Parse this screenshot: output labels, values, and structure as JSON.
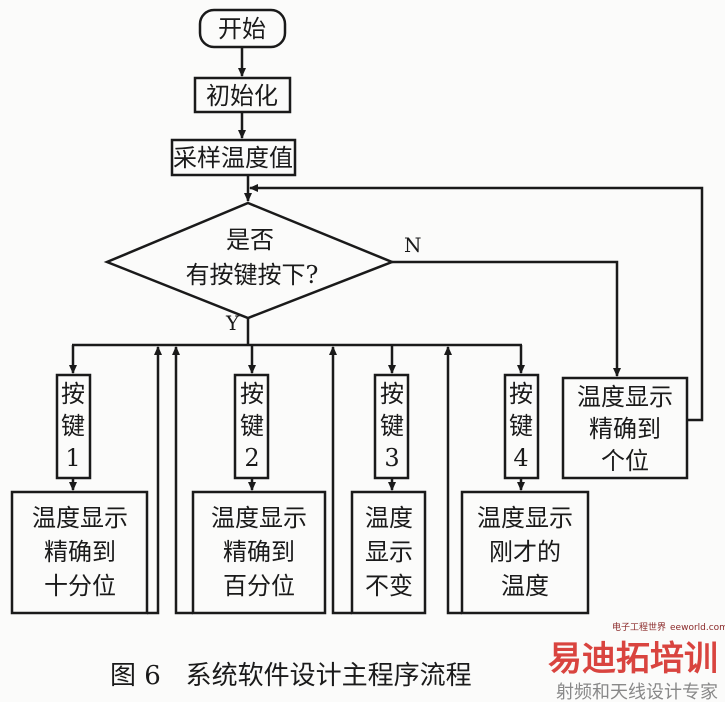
{
  "nodes": {
    "start": "开始",
    "init": "初始化",
    "sample": "采样温度值",
    "decision": [
      "是否",
      "有按键按下?"
    ],
    "yes_label": "Y",
    "no_label": "N",
    "no_key_action": [
      "温度显示",
      "精确到",
      "个位"
    ],
    "keys": [
      {
        "label": [
          "按",
          "键",
          "1"
        ],
        "action": [
          "温度显示",
          "精确到",
          "十分位"
        ]
      },
      {
        "label": [
          "按",
          "键",
          "2"
        ],
        "action": [
          "温度显示",
          "精确到",
          "百分位"
        ]
      },
      {
        "label": [
          "按",
          "键",
          "3"
        ],
        "action": [
          "温度",
          "显示",
          "不变"
        ]
      },
      {
        "label": [
          "按",
          "键",
          "4"
        ],
        "action": [
          "温度显示",
          "刚才的",
          "温度"
        ]
      }
    ]
  },
  "caption": "图 6   系统软件设计主程序流程",
  "watermark": {
    "main": "易迪拓培训",
    "sub": "射频和天线设计专家",
    "site_cn": "电子工程世界",
    "site": "eeworld.com.cn"
  }
}
